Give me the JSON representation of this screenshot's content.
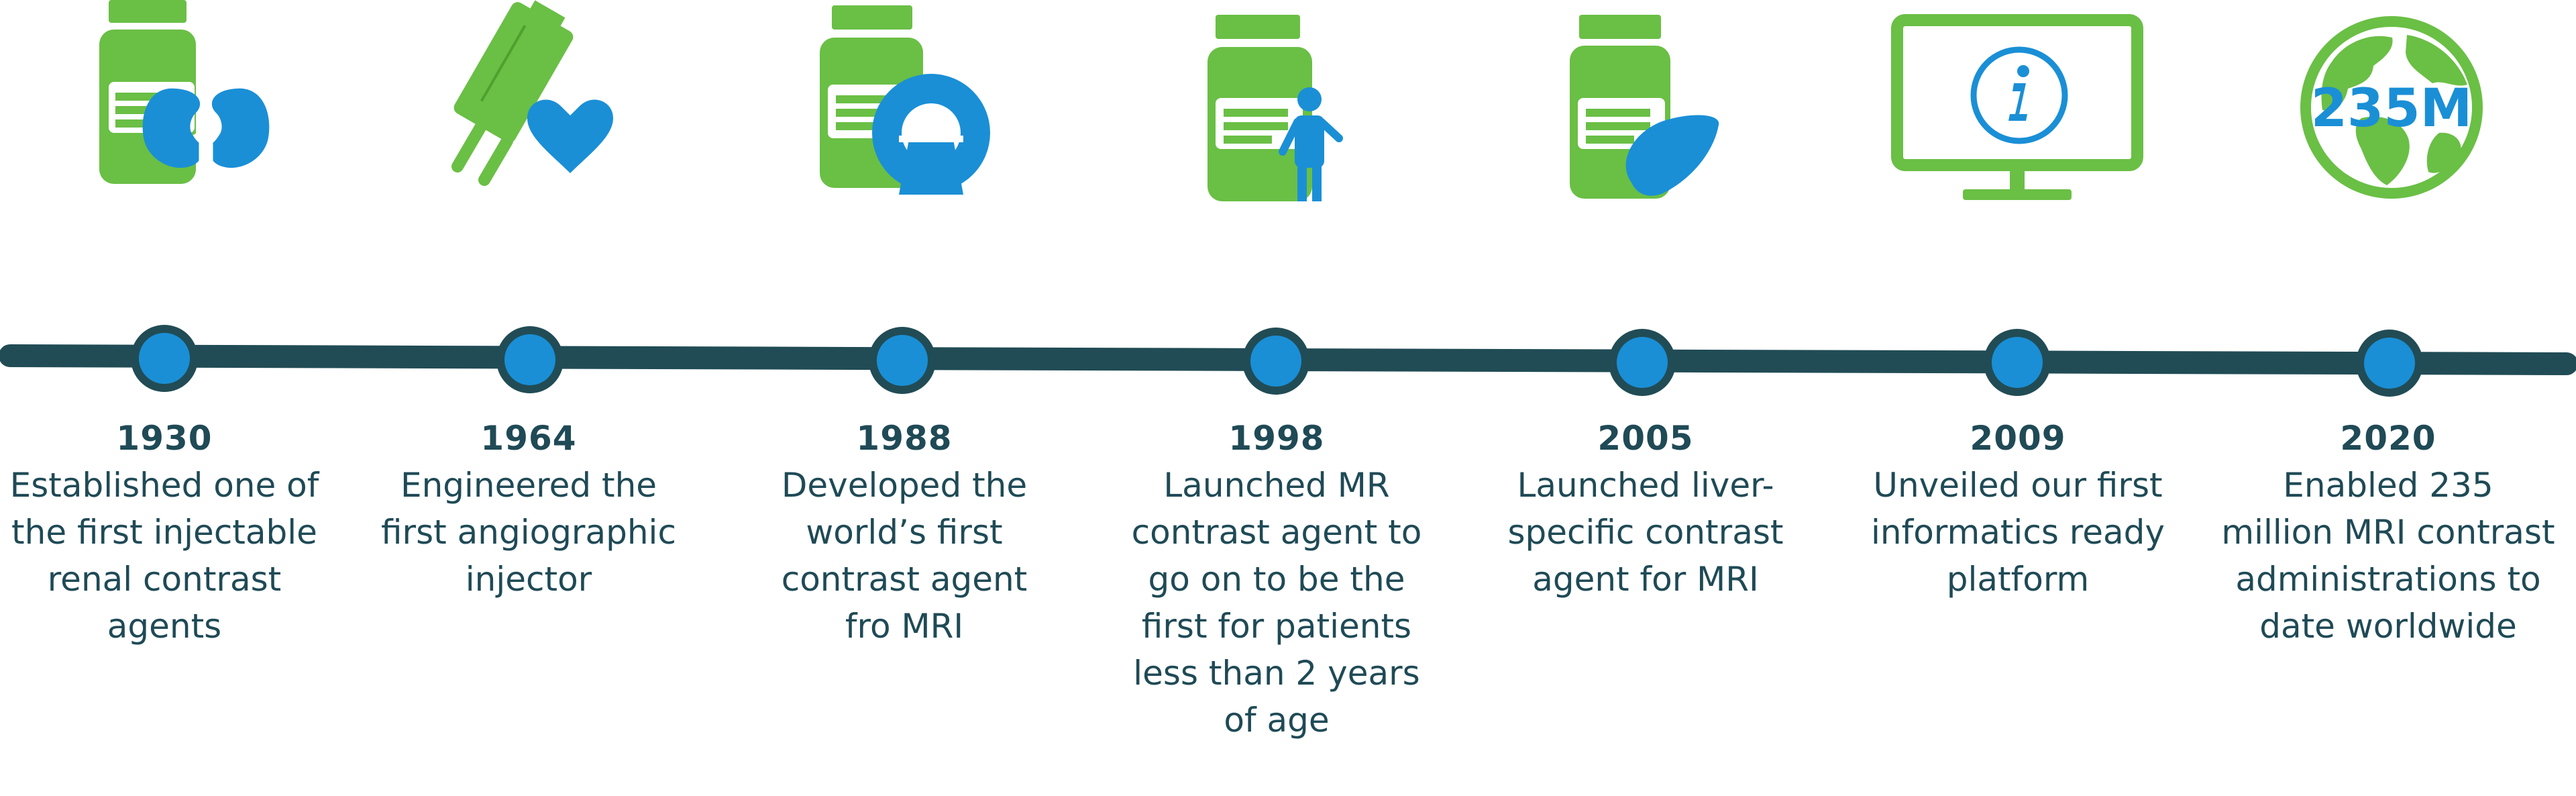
{
  "colors": {
    "green": "#6abf45",
    "blue": "#1a8fd6",
    "dark_line": "#214c55",
    "text": "#1f4a56",
    "white": "#ffffff"
  },
  "events": [
    {
      "year": "1930",
      "icon": "vial-with-kidneys-icon",
      "lines": [
        "Established one of",
        "the first injectable",
        "renal contrast",
        "agents"
      ]
    },
    {
      "year": "1964",
      "icon": "injector-with-heart-icon",
      "lines": [
        "Engineered the",
        "first angiographic",
        "injector"
      ]
    },
    {
      "year": "1988",
      "icon": "vial-with-mri-scanner-icon",
      "lines": [
        "Developed the",
        "world’s first",
        "contrast agent",
        "fro MRI"
      ]
    },
    {
      "year": "1998",
      "icon": "vial-with-child-icon",
      "lines": [
        "Launched MR",
        "contrast agent to",
        "go on to be the",
        "first for patients",
        "less than 2 years",
        "of age"
      ]
    },
    {
      "year": "2005",
      "icon": "vial-with-liver-icon",
      "lines": [
        "Launched liver-",
        "specific contrast",
        "agent for MRI"
      ]
    },
    {
      "year": "2009",
      "icon": "monitor-with-info-icon",
      "lines": [
        "Unveiled our first",
        "informatics ready",
        "platform"
      ]
    },
    {
      "year": "2020",
      "icon": "globe-icon",
      "lines": [
        "Enabled 235",
        "million MRI contrast",
        "administrations to",
        "date worldwide"
      ],
      "icon_text": "235M"
    }
  ]
}
